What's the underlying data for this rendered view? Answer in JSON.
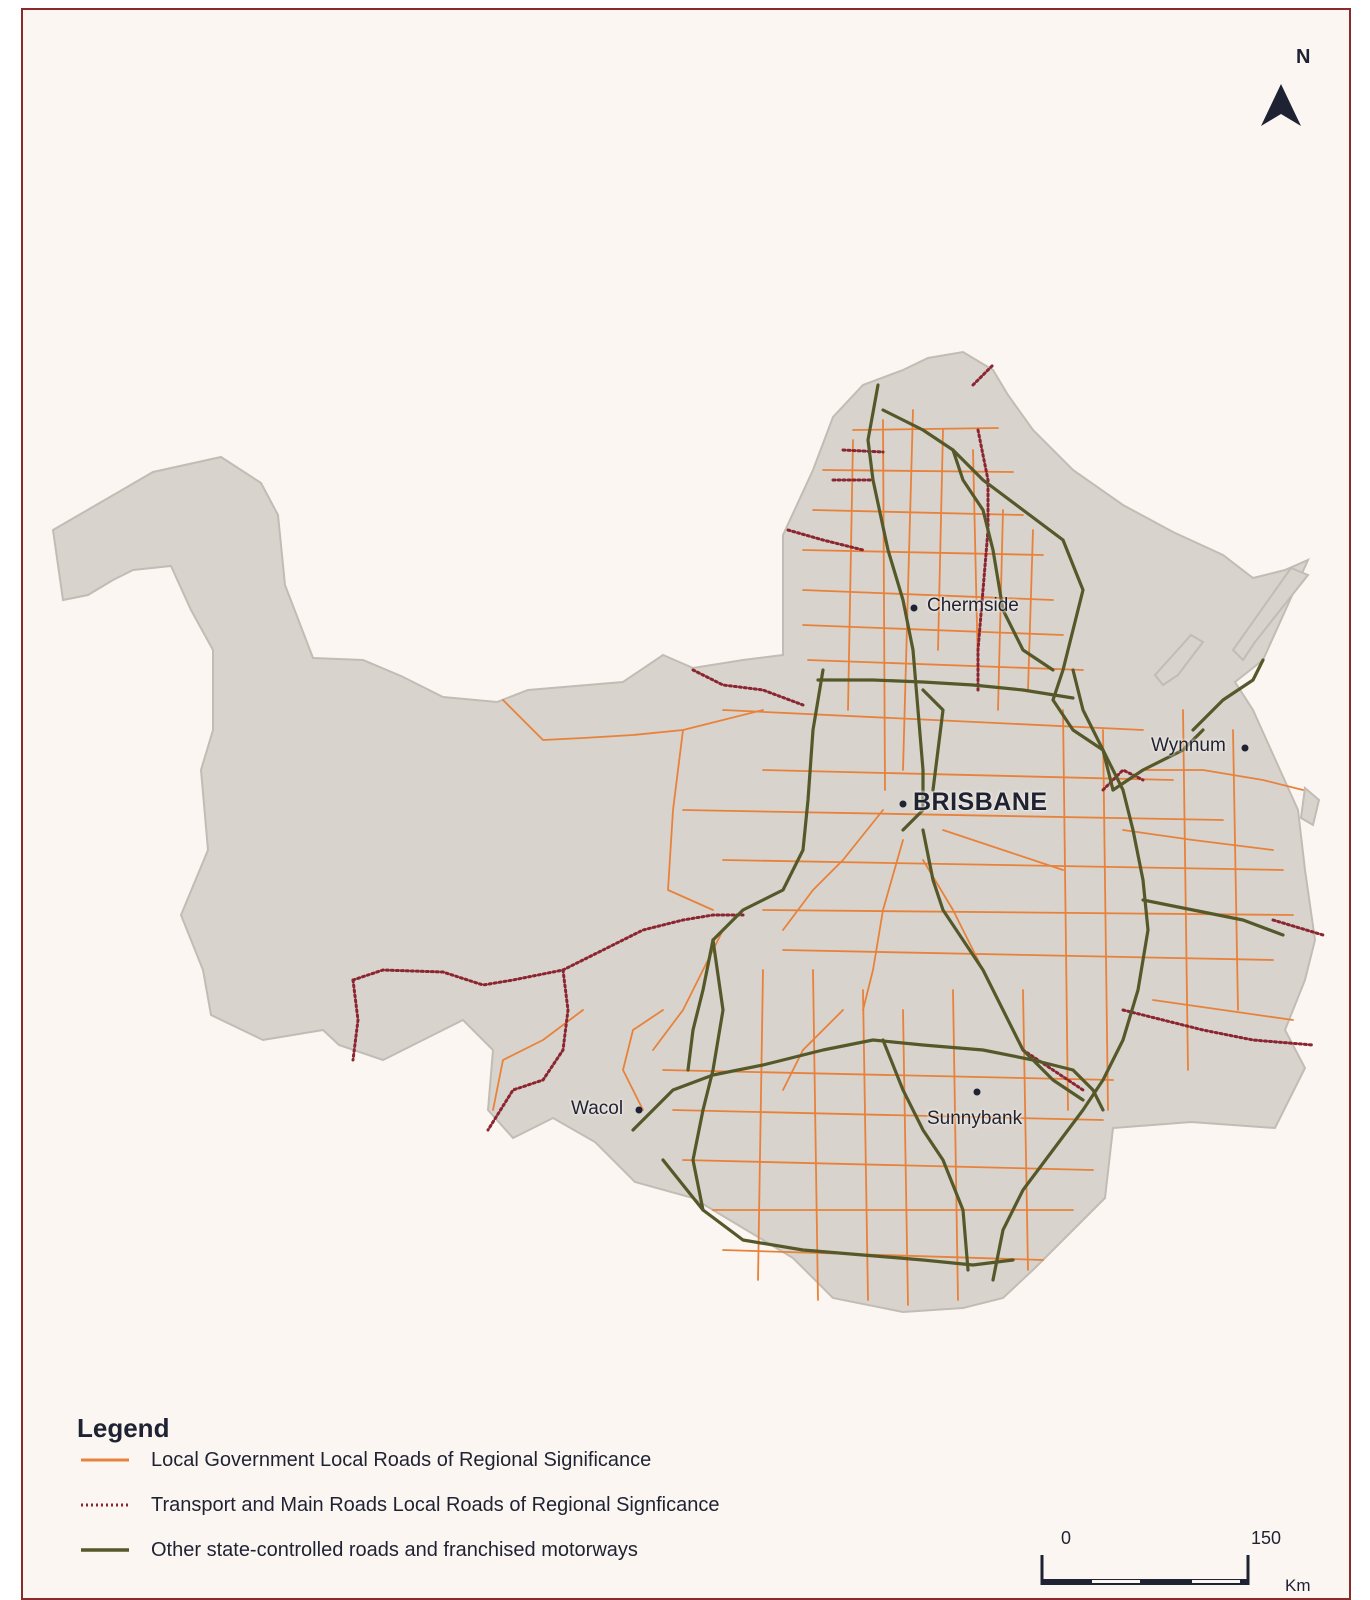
{
  "colors": {
    "frame_border": "#8b2a2a",
    "background": "#fbf6f1",
    "land": "#d8d3cd",
    "land_outline": "#c2bcb5",
    "local_roads": "#e8823a",
    "tmr_roads": "#8b2530",
    "state_roads": "#55592a",
    "text": "#1f2233"
  },
  "north_arrow": {
    "letter": "N",
    "icon": "north-arrow-icon"
  },
  "places": [
    {
      "id": "chermside",
      "name": "Chermside"
    },
    {
      "id": "wynnum",
      "name": "Wynnum"
    },
    {
      "id": "brisbane",
      "name": "BRISBANE"
    },
    {
      "id": "wacol",
      "name": "Wacol"
    },
    {
      "id": "sunnybank",
      "name": "Sunnybank"
    }
  ],
  "legend": {
    "title": "Legend",
    "items": [
      {
        "label": "Local Government Local Roads of Regional Significance",
        "style": "solid",
        "color": "#e8823a"
      },
      {
        "label": "Transport and Main Roads Local Roads of Regional Signficance",
        "style": "dotted",
        "color": "#8b2530"
      },
      {
        "label": "Other state-controlled roads and franchised motorways",
        "style": "solid",
        "color": "#55592a"
      }
    ]
  },
  "scale_bar": {
    "start": "0",
    "end": "150",
    "unit": "Km"
  }
}
